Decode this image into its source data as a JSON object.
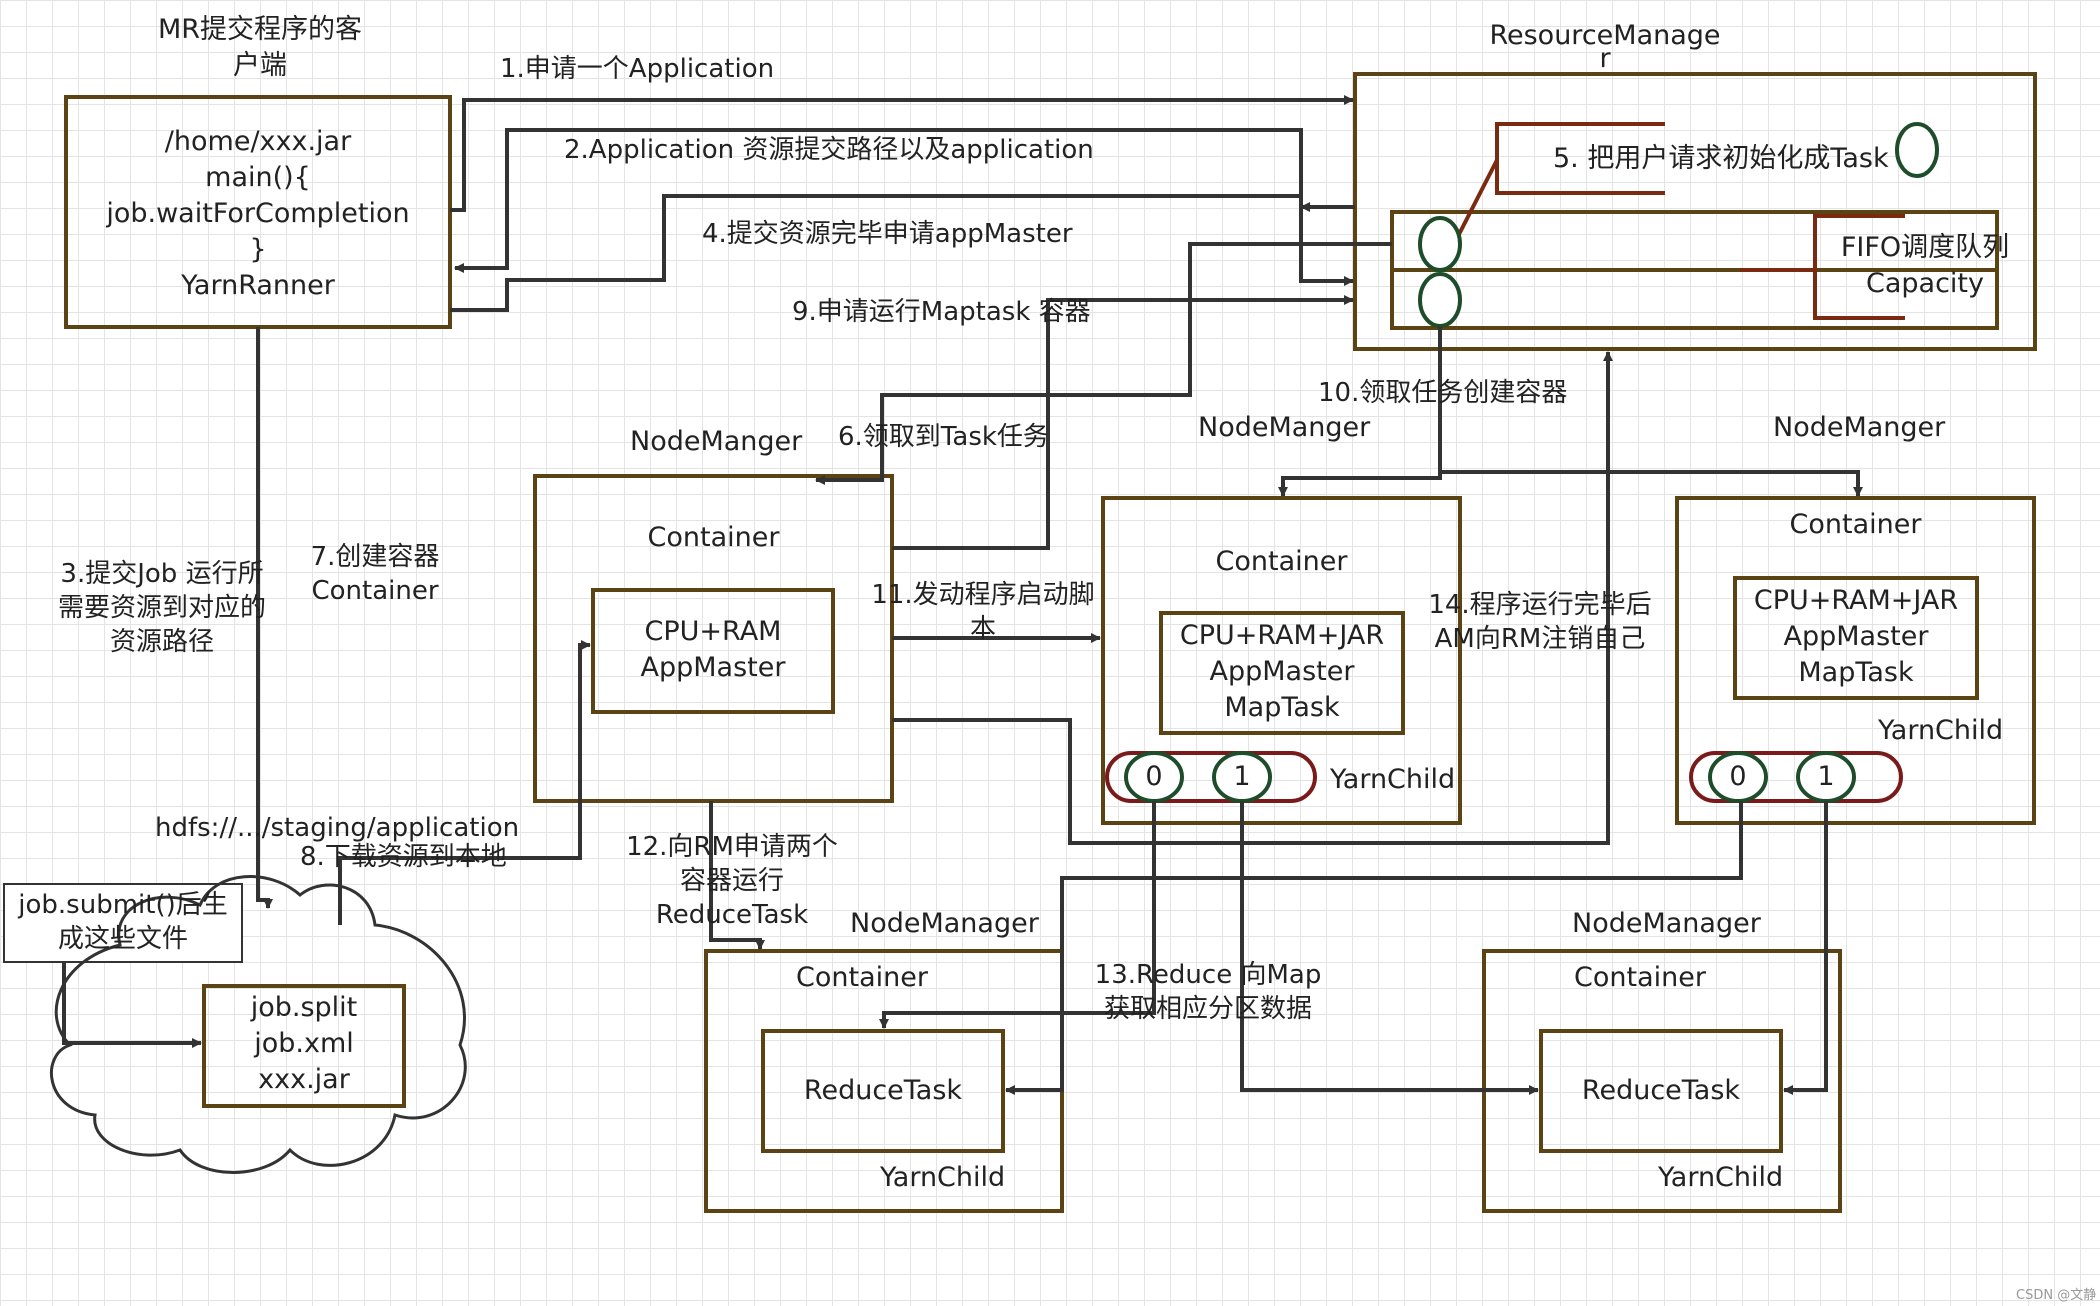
{
  "client": {
    "caption_line1": "MR提交程序的客",
    "caption_line2": "户端",
    "lines": [
      "/home/xxx.jar",
      "main(){",
      "job.waitForCompletion",
      "}",
      "YarnRanner"
    ]
  },
  "resource_manager": {
    "title_line1": "ResourceManage",
    "title_line2": "r",
    "task_init": "5. 把用户请求初始化成Task",
    "queue_line1": "FIFO调度队列",
    "queue_line2": "Capacity"
  },
  "steps": {
    "s1": "1.申请一个Application",
    "s2": "2.Application 资源提交路径以及application",
    "s3_line1": "3.提交Job 运行所",
    "s3_line2": "需要资源到对应的",
    "s3_line3": "资源路径",
    "s4": "4.提交资源完毕申请appMaster",
    "s6": "6.领取到Task任务",
    "s7_line1": "7.创建容器",
    "s7_line2": "Container",
    "s8": "8.下载资源到本地",
    "s9": "9.申请运行Maptask 容器",
    "s10": "10.领取任务创建容器",
    "s11_line1": "11.发动程序启动脚",
    "s11_line2": "本",
    "s12_line1": "12.向RM申请两个",
    "s12_line2": "容器运行",
    "s12_line3": "ReduceTask",
    "s13_line1": "13.Reduce 向Map",
    "s13_line2": "获取相应分区数据",
    "s14_line1": "14.程序运行完毕后",
    "s14_line2": "AM向RM注销自己"
  },
  "hdfs": {
    "path": "hdfs://.../staging/application",
    "note_line1": "job.submit()后生",
    "note_line2": "成这些文件",
    "files": [
      "job.split",
      "job.xml",
      "xxx.jar"
    ]
  },
  "node_manager_1": {
    "title": "NodeManger",
    "container": "Container",
    "inner_line1": "CPU+RAM",
    "inner_line2": "AppMaster"
  },
  "node_manager_2": {
    "title": "NodeManger",
    "container": "Container",
    "inner_line1": "CPU+RAM+JAR",
    "inner_line2": "AppMaster",
    "inner_line3": "MapTask",
    "yarn_child": "YarnChild",
    "slots": [
      "0",
      "1"
    ]
  },
  "node_manager_3": {
    "title": "NodeManger",
    "container": "Container",
    "inner_line1": "CPU+RAM+JAR",
    "inner_line2": "AppMaster",
    "inner_line3": "MapTask",
    "yarn_child": "YarnChild",
    "slots": [
      "0",
      "1"
    ]
  },
  "node_manager_4": {
    "title": "NodeManager",
    "container": "Container",
    "task": "ReduceTask",
    "yarn_child": "YarnChild"
  },
  "node_manager_5": {
    "title": "NodeManager",
    "container": "Container",
    "task": "ReduceTask",
    "yarn_child": "YarnChild"
  },
  "watermark": "CSDN @文静",
  "colors": {
    "box_border": "#5c4313",
    "line": "#333333",
    "slot_border": "#1e4d2b",
    "rail_border": "#7a1a1a",
    "bracket": "#7a2a10"
  }
}
